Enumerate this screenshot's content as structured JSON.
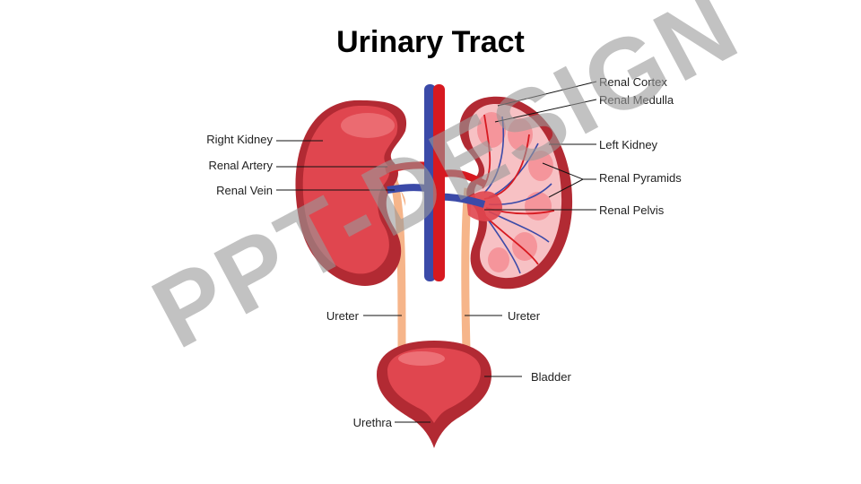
{
  "title": "Urinary Tract",
  "labels": {
    "renal_cortex": "Renal Cortex",
    "renal_medulla": "Renal Medulla",
    "right_kidney": "Right Kidney",
    "left_kidney": "Left Kidney",
    "renal_artery": "Renal Artery",
    "renal_pyramids": "Renal Pyramids",
    "renal_vein": "Renal Vein",
    "renal_pelvis": "Renal Pelvis",
    "ureter_left": "Ureter",
    "ureter_right": "Ureter",
    "bladder": "Bladder",
    "urethra": "Urethra"
  },
  "watermark": "PPT-DESIGN",
  "colors": {
    "kidney": "#e0464f",
    "kidney_dark": "#b22a33",
    "artery": "#d71920",
    "vein": "#3b4aa8",
    "ureter": "#f6b58a",
    "medulla": "#f7c1c4",
    "bladder": "#d83540"
  }
}
